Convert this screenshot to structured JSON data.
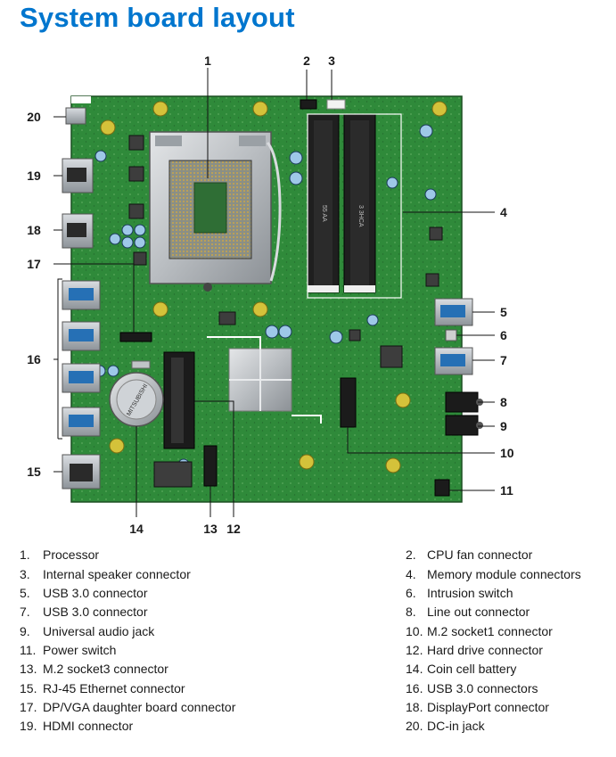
{
  "page": {
    "title": "System board layout"
  },
  "legend": [
    {
      "num": "1.",
      "label": "Processor"
    },
    {
      "num": "2.",
      "label": "CPU fan connector"
    },
    {
      "num": "3.",
      "label": "Internal speaker connector"
    },
    {
      "num": "4.",
      "label": "Memory module connectors"
    },
    {
      "num": "5.",
      "label": "USB 3.0 connector"
    },
    {
      "num": "6.",
      "label": "Intrusion switch"
    },
    {
      "num": "7.",
      "label": "USB 3.0 connector"
    },
    {
      "num": "8.",
      "label": "Line out connector"
    },
    {
      "num": "9.",
      "label": "Universal audio jack"
    },
    {
      "num": "10.",
      "label": "M.2 socket1 connector"
    },
    {
      "num": "11.",
      "label": "Power switch"
    },
    {
      "num": "12.",
      "label": "Hard drive connector"
    },
    {
      "num": "13.",
      "label": "M.2 socket3 connector"
    },
    {
      "num": "14.",
      "label": "Coin cell battery"
    },
    {
      "num": "15.",
      "label": "RJ-45 Ethernet connector"
    },
    {
      "num": "16.",
      "label": "USB 3.0 connectors"
    },
    {
      "num": "17.",
      "label": "DP/VGA daughter board connector"
    },
    {
      "num": "18.",
      "label": "DisplayPort connector"
    },
    {
      "num": "19.",
      "label": "HDMI connector"
    },
    {
      "num": "20.",
      "label": "DC-in jack"
    }
  ],
  "callouts": [
    "1",
    "2",
    "3",
    "4",
    "5",
    "6",
    "7",
    "8",
    "9",
    "10",
    "11",
    "12",
    "13",
    "14",
    "15",
    "16",
    "17",
    "18",
    "19",
    "20"
  ],
  "board_text": {
    "battery": "MITSUBISHI",
    "dimm_label_a": "55 AA",
    "dimm_label_b": "3 3HCA"
  },
  "colors": {
    "title": "#0076ce",
    "board": "#2f8a3a",
    "board_dark": "#1f5f27",
    "text": "#1a1a1a"
  }
}
